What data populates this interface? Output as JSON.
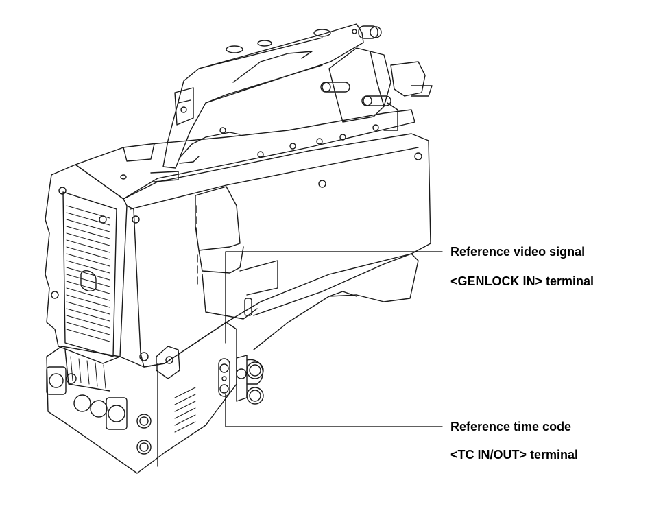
{
  "diagram": {
    "subject": "camera-recorder side view (line art)",
    "callouts": [
      {
        "id": "genlock",
        "line1": "Reference video signal",
        "line2": "<GENLOCK IN> terminal"
      },
      {
        "id": "tc",
        "line1": "Reference time code",
        "line2": "<TC IN/OUT> terminal"
      }
    ]
  }
}
